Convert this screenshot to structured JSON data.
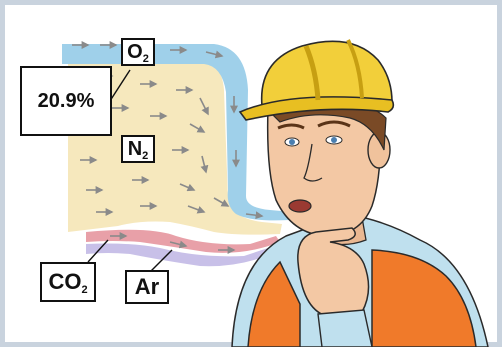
{
  "labels": {
    "oxygen": {
      "base": "O",
      "sub": "2"
    },
    "percent": "20.9%",
    "nitrogen": {
      "base": "N",
      "sub": "2"
    },
    "co2": {
      "base": "CO",
      "sub": "2"
    },
    "argon": "Ar"
  },
  "colors": {
    "oxygen_stream": "#9fd0ea",
    "nitrogen_area": "#f6e8bd",
    "co2_stream": "#e8a0a8",
    "argon_stream": "#c8c0e8",
    "helmet": "#f2cf3a",
    "vest": "#f07a2a",
    "shirt": "#bfe0ee",
    "skin": "#f3c8a4",
    "hair": "#7a4a26"
  },
  "icons": [
    "arrow-icon",
    "hard-hat-icon"
  ]
}
